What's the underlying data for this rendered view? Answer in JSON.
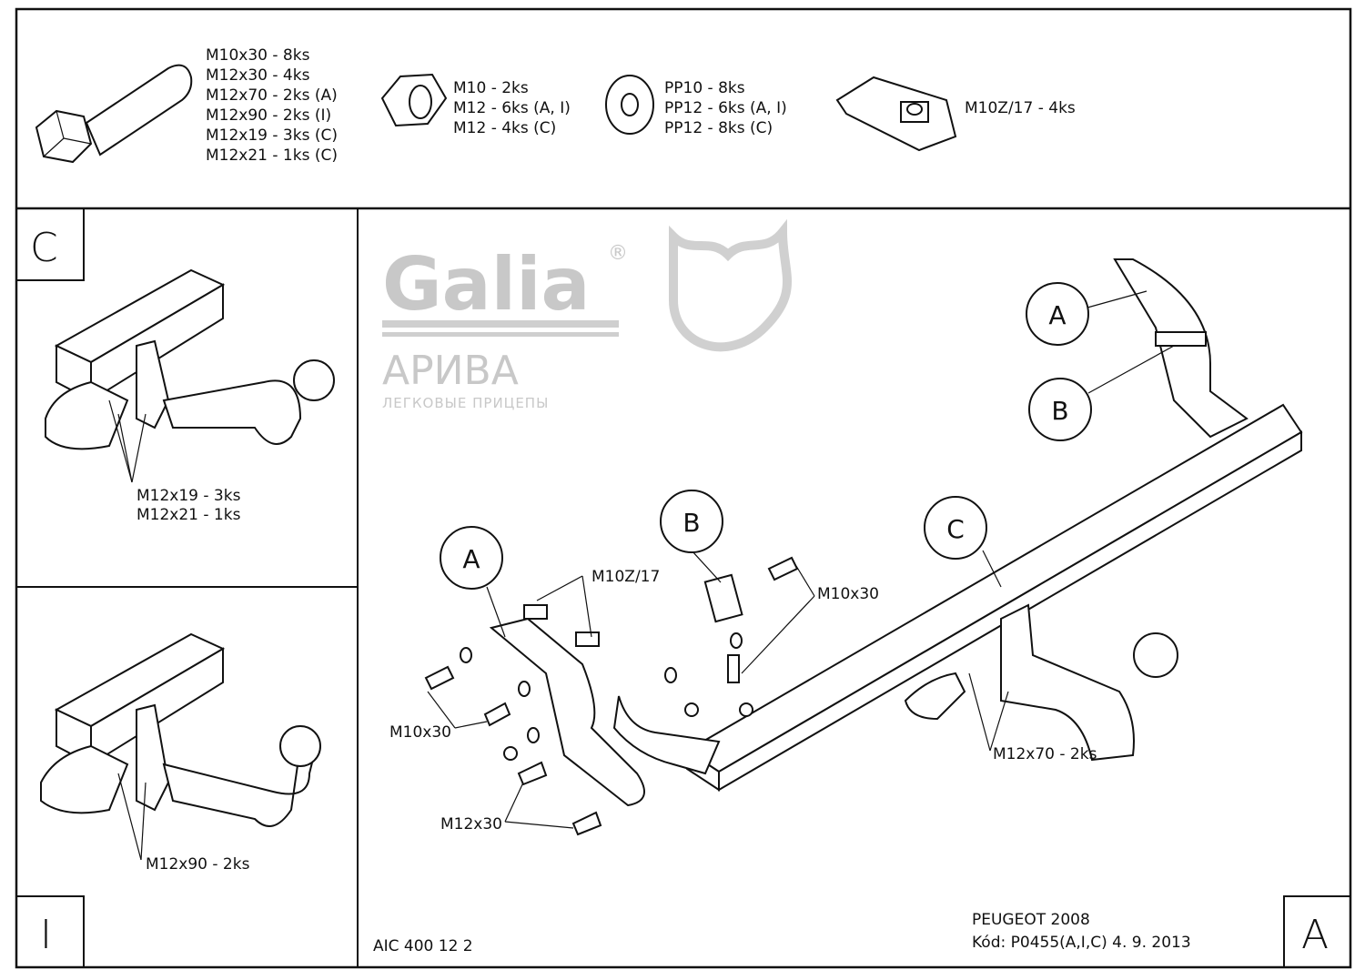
{
  "parts_list": {
    "bolts": [
      "M10x30 - 8ks",
      "M12x30 - 4ks",
      "M12x70 - 2ks (A)",
      "M12x90 - 2ks (I)",
      "M12x19 - 3ks (C)",
      "M12x21 - 1ks (C)"
    ],
    "nuts": [
      "M10 - 2ks",
      "M12 - 6ks (A, I)",
      "M12 - 4ks (C)"
    ],
    "washers": [
      "PP10 - 8ks",
      "PP12 - 6ks (A, I)",
      "PP12 - 8ks (C)"
    ],
    "clip": "M10Z/17 - 4ks"
  },
  "variant_c": {
    "corner": "C",
    "labels": [
      "M12x19 - 3ks",
      "M12x21 - 1ks"
    ]
  },
  "variant_i": {
    "corner": "I",
    "labels": [
      "M12x90 - 2ks"
    ]
  },
  "main": {
    "corner": "A",
    "callouts": {
      "a_left": "A",
      "b_left": "B",
      "c": "C",
      "a_right": "A",
      "b_right": "B"
    },
    "labels": {
      "m10z": "M10Z/17",
      "m10x30_right": "M10x30",
      "m10x30_left": "M10x30",
      "m12x30": "M12x30",
      "m12x70": "M12x70 - 2ks"
    },
    "drawing_no": "AIC 400 12 2",
    "vehicle": "PEUGEOT 2008",
    "code": "Kód: P0455(A,I,C)  4. 9. 2013"
  },
  "watermark": {
    "brand": "Galia",
    "reg": "®",
    "company": "АРИВА",
    "tagline": "ЛЕГКОВЫЕ ПРИЦЕПЫ"
  }
}
